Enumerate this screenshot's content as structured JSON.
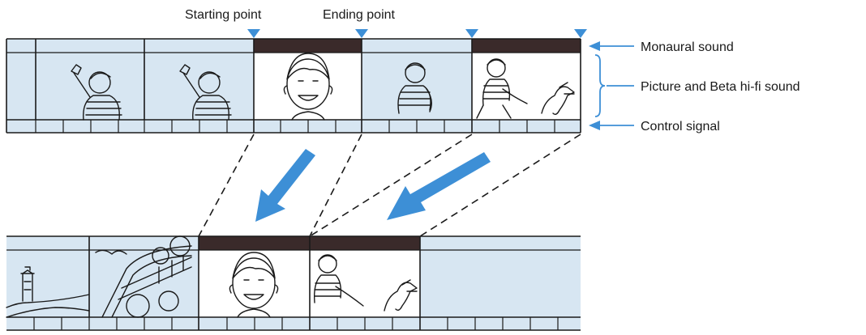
{
  "top_labels": {
    "starting_point": "Starting point",
    "ending_point": "Ending point"
  },
  "track_labels": {
    "monaural": "Monaural sound",
    "picture": "Picture and Beta hi-fi sound",
    "control": "Control signal"
  },
  "colors": {
    "accent_blue": "#3d8fd6",
    "audio_bar": "#3a2a2a",
    "shaded_frame": "#d7e6f2"
  },
  "icons": {
    "marker": "down-triangle-marker",
    "flow_arrow": "diagonal-down-left-arrow"
  }
}
